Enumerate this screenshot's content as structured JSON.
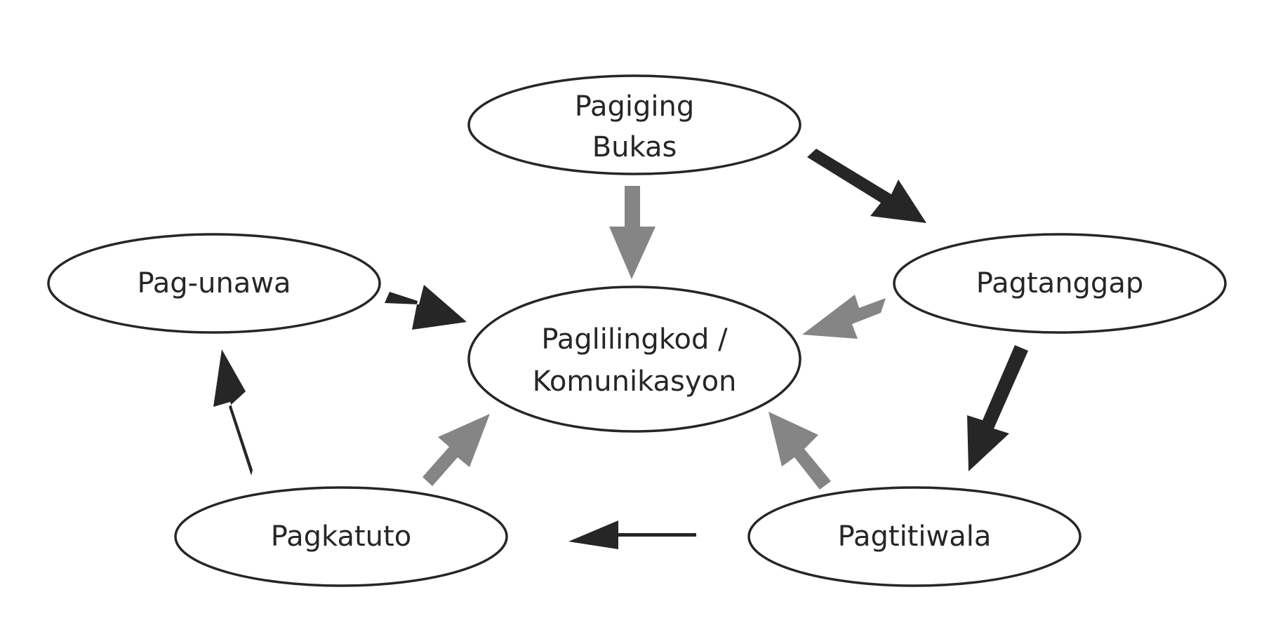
{
  "diagram": {
    "nodes": {
      "pagiging_bukas": [
        "Pagiging",
        "Bukas"
      ],
      "pagtanggap": "Pagtanggap",
      "pagtitiwala": "Pagtitiwala",
      "pagkatuto": "Pagkatuto",
      "pag_unawa": "Pag-unawa",
      "center": [
        "Paglilingkod /",
        "Komunikasyon"
      ]
    },
    "colors": {
      "outline": "#262626",
      "cycle_arrow": "#262626",
      "center_arrow": "#858585",
      "background": "#ffffff"
    }
  }
}
